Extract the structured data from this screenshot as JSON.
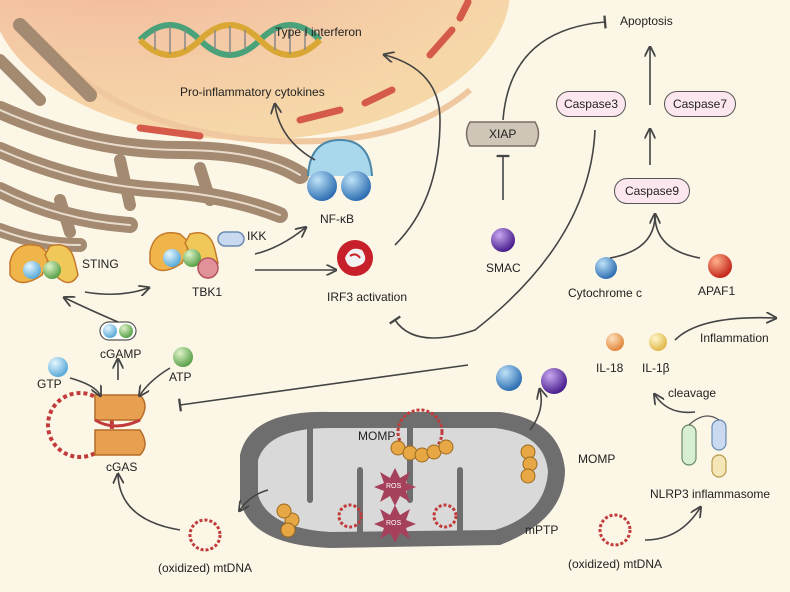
{
  "labels": {
    "type1_interferon": "Type I interferon",
    "proinflammatory": "Pro-inflammatory cytokines",
    "apoptosis": "Apoptosis",
    "xiap": "XIAP",
    "caspase3": "Caspase3",
    "caspase7": "Caspase7",
    "caspase9": "Caspase9",
    "nfkb": "NF-κB",
    "ikk": "IKK",
    "sting": "STING",
    "tbk1": "TBK1",
    "irf3": "IRF3 activation",
    "smac": "SMAC",
    "cytochrome_c": "Cytochrome c",
    "apaf1": "APAF1",
    "cgamp": "cGAMP",
    "gtp": "GTP",
    "atp": "ATP",
    "cgas": "cGAS",
    "il18": "IL-18",
    "il1b": "IL-1β",
    "inflammation": "Inflammation",
    "cleavage": "cleavage",
    "momp_left": "MOMP",
    "momp_right": "MOMP",
    "ros1": "ROS",
    "ros2": "ROS",
    "mptp": "mPTP",
    "mtdna_left": "(oxidized) mtDNA",
    "mtdna_right": "(oxidized) mtDNA",
    "nlrp3": "NLRP3 inflammasome"
  },
  "colors": {
    "background": "#fbf6e6",
    "nucleus": "#f2c4a4",
    "er": "#a58a72",
    "mito_outer": "#6e6e6e",
    "caspase_fill": "#fde7ee",
    "irf3": "#c8202a",
    "smac": "#6a35b8",
    "apaf1": "#d8351f",
    "cyto_c": "#3a74b8"
  },
  "icons": [
    "dna-helix-icon",
    "nfkb-dimer-icon",
    "irf3-icon",
    "sting-dimer-icon",
    "tbk1-complex-icon",
    "cgas-enzyme-icon",
    "mitochondrion-icon",
    "ros-star-icon",
    "mtdna-circle-icon",
    "nlrp3-icon"
  ]
}
